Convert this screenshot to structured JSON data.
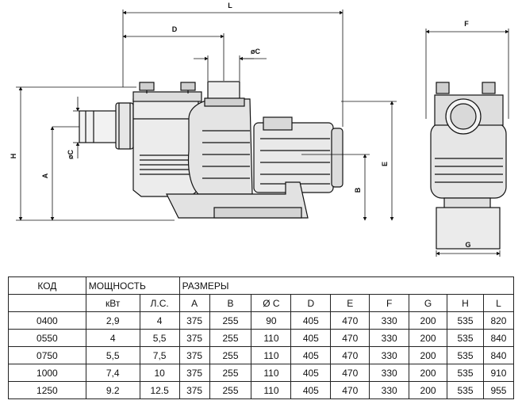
{
  "drawing": {
    "dims": {
      "L": "L",
      "D": "D",
      "oC_top": "øC",
      "F": "F",
      "H": "H",
      "A": "A",
      "oC_side": "øC",
      "B": "B",
      "E": "E",
      "G": "G"
    }
  },
  "table": {
    "header1": {
      "code": "КОД",
      "power": "МОЩНОСТЬ",
      "sizes": "РАЗМЕРЫ"
    },
    "header2": [
      "кВт",
      "Л.С.",
      "A",
      "B",
      "Ø C",
      "D",
      "E",
      "F",
      "G",
      "H",
      "L"
    ],
    "rows": [
      [
        "0400",
        "2,9",
        "4",
        "375",
        "255",
        "90",
        "405",
        "470",
        "330",
        "200",
        "535",
        "820"
      ],
      [
        "0550",
        "4",
        "5,5",
        "375",
        "255",
        "110",
        "405",
        "470",
        "330",
        "200",
        "535",
        "840"
      ],
      [
        "0750",
        "5,5",
        "7,5",
        "375",
        "255",
        "110",
        "405",
        "470",
        "330",
        "200",
        "535",
        "840"
      ],
      [
        "1000",
        "7,4",
        "10",
        "375",
        "255",
        "110",
        "405",
        "470",
        "330",
        "200",
        "535",
        "910"
      ],
      [
        "1250",
        "9.2",
        "12.5",
        "375",
        "255",
        "110",
        "405",
        "470",
        "330",
        "200",
        "535",
        "955"
      ]
    ]
  }
}
